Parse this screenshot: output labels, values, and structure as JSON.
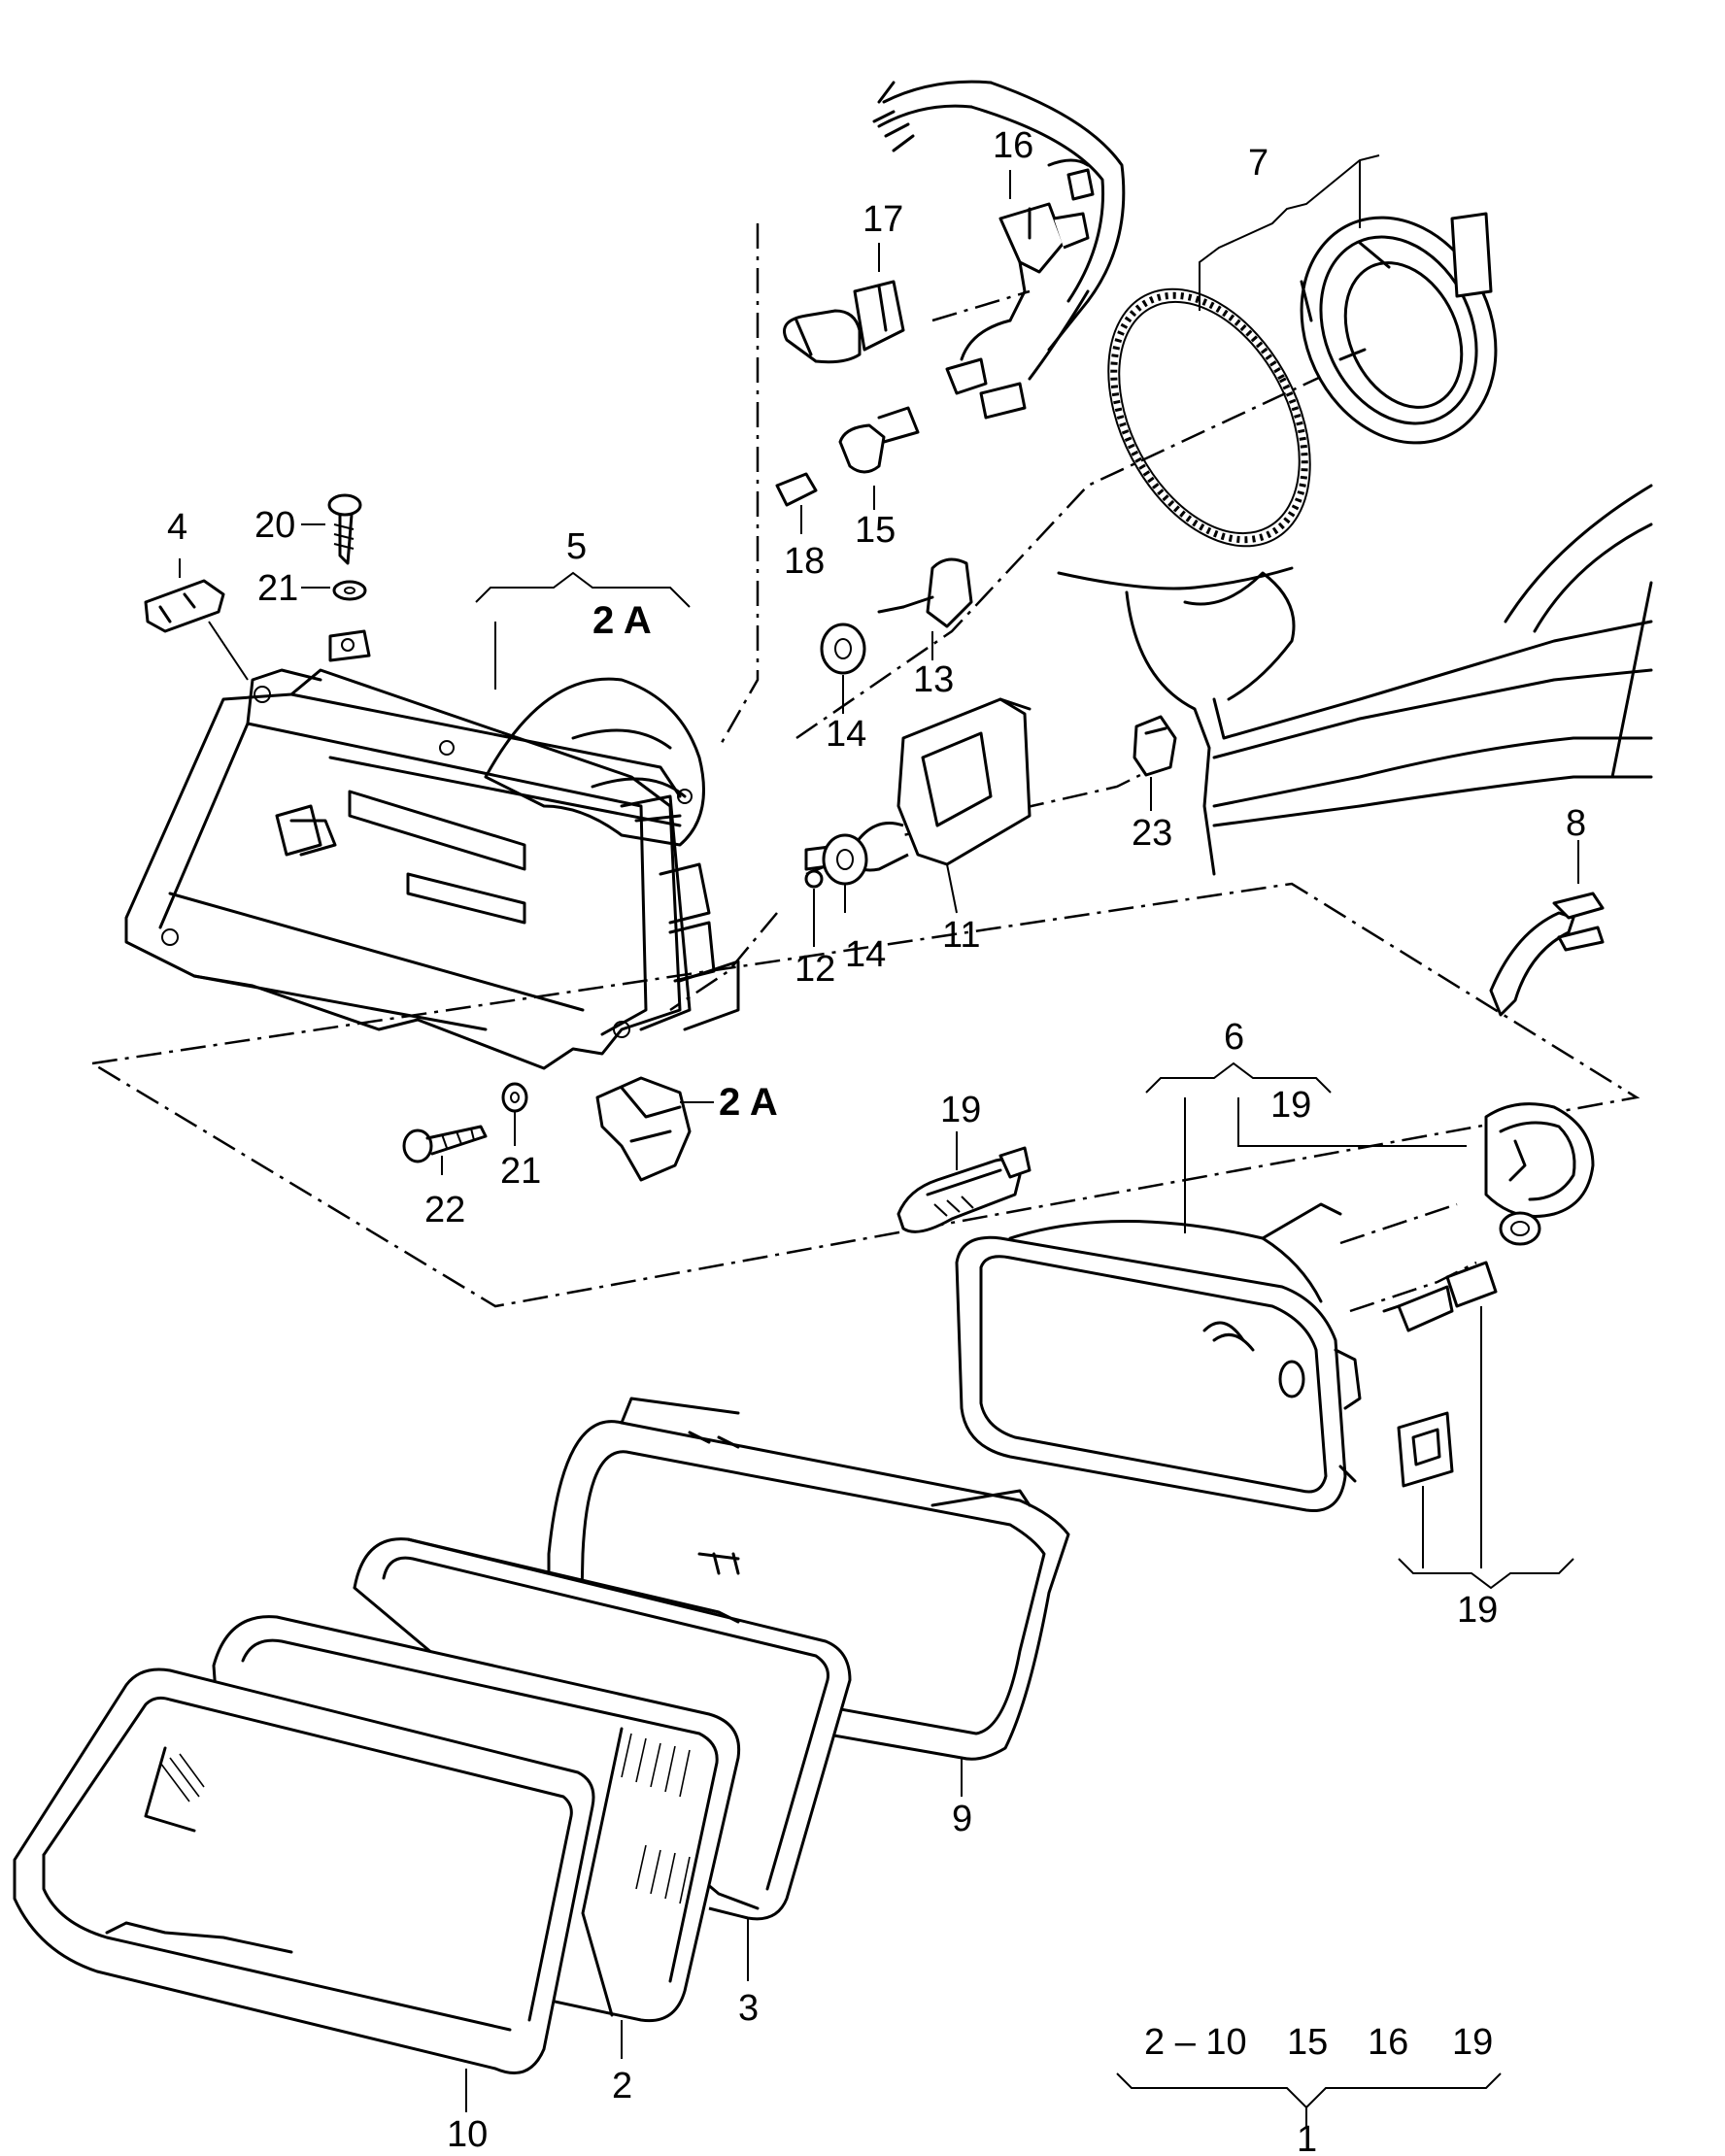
{
  "callouts": {
    "c1": "1",
    "c2": "2",
    "c2a_top": "2 A",
    "c2a_mid": "2 A",
    "c3": "3",
    "c4": "4",
    "c5": "5",
    "c6": "6",
    "c7": "7",
    "c8": "8",
    "c9": "9",
    "c10": "10",
    "c11": "11",
    "c12": "12",
    "c13": "13",
    "c14_a": "14",
    "c14_b": "14",
    "c15": "15",
    "c16": "16",
    "c17": "17",
    "c18": "18",
    "c19_a": "19",
    "c19_b": "19",
    "c19_c": "19",
    "c20": "20",
    "c21_a": "21",
    "c21_b": "21",
    "c22": "22",
    "c23": "23"
  },
  "kit": {
    "range": "2 – 10",
    "i15": "15",
    "i16": "16",
    "i19": "19"
  }
}
